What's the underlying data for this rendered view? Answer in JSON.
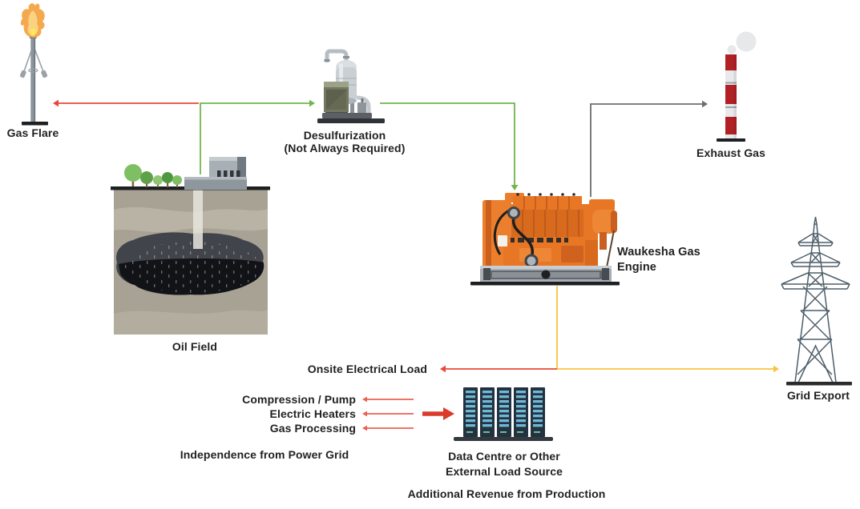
{
  "diagram": {
    "nodes": {
      "gas_flare": {
        "label": "Gas Flare"
      },
      "desulfurization": {
        "line1": "Desulfurization",
        "line2": "(Not Always Required)"
      },
      "exhaust_gas": {
        "label": "Exhaust Gas"
      },
      "oil_field": {
        "label": "Oil Field"
      },
      "gas_engine": {
        "line1": "Waukesha Gas",
        "line2": "Engine"
      },
      "grid_export": {
        "label": "Grid Export"
      },
      "data_center": {
        "line1": "Data Centre or Other",
        "line2": "External Load Source"
      }
    },
    "loads": {
      "onsite": "Onsite Electrical Load",
      "items": [
        "Compression / Pump",
        "Electric Heaters",
        "Gas Processing"
      ]
    },
    "captions": {
      "independence": "Independence from Power Grid",
      "additional_revenue": "Additional Revenue from Production"
    },
    "colors": {
      "text": "#231F20",
      "gas_line_green": "#72B54E",
      "flare_line_red": "#E8483B",
      "thin_arrow_red": "#EB6050",
      "thick_arrow_red": "#DC3A2B",
      "exhaust_line_gray": "#6D6E71",
      "power_line_yellow": "#F9C440",
      "engine_orange": "#E87725",
      "chimney_red": "#B02025",
      "rack_slat_blue": "#6FB9D6",
      "tower_slate": "#4E5F6A"
    }
  }
}
